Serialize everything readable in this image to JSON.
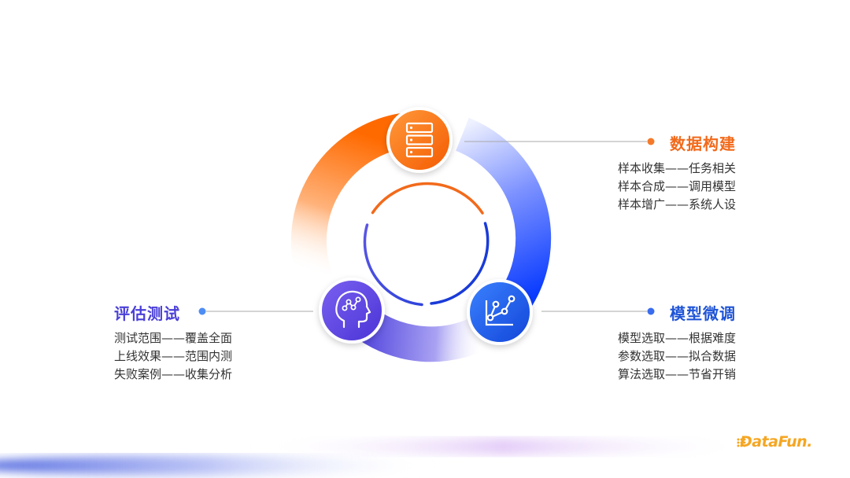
{
  "sections": {
    "data_build": {
      "title": "数据构建",
      "items": [
        "样本收集——任务相关",
        "样本合成——调用模型",
        "样本增广——系统人设"
      ],
      "icon": "server-icon",
      "color": "#f26a1b"
    },
    "fine_tune": {
      "title": "模型微调",
      "items": [
        "模型选取——根据难度",
        "参数选取——拟合数据",
        "算法选取——节省开销"
      ],
      "icon": "line-chart-icon",
      "color": "#1f54d6"
    },
    "evaluation": {
      "title": "评估测试",
      "items": [
        "测试范围——覆盖全面",
        "上线效果——范围内测",
        "失败案例——收集分析"
      ],
      "icon": "brain-head-icon",
      "color": "#4a3fd8"
    }
  },
  "logo": {
    "text": "DataFun.",
    "color": "#f5a623"
  }
}
